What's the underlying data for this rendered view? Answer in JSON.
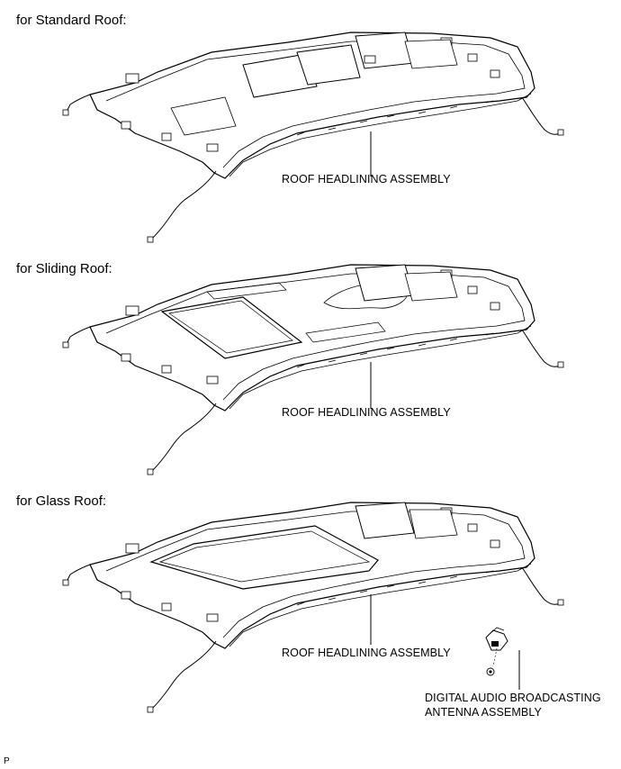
{
  "sections": [
    {
      "heading": "for Standard Roof:",
      "callout": "ROOF HEADLINING ASSEMBLY"
    },
    {
      "heading": "for Sliding Roof:",
      "callout": "ROOF HEADLINING ASSEMBLY"
    },
    {
      "heading": "for Glass Roof:",
      "callout": "ROOF HEADLINING ASSEMBLY"
    }
  ],
  "antenna": {
    "line1": "DIGITAL AUDIO BROADCASTING",
    "line2": "ANTENNA ASSEMBLY"
  },
  "corner_mark": "P"
}
